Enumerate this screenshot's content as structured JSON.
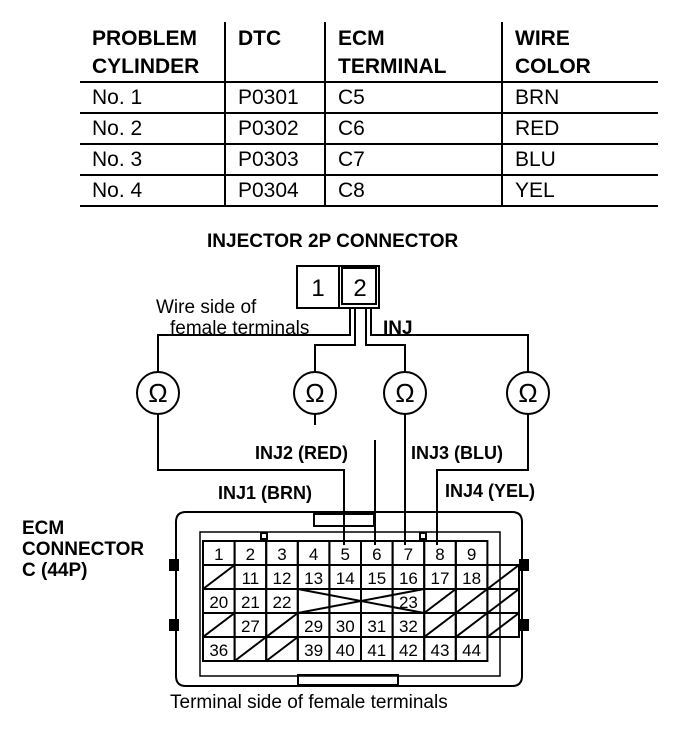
{
  "table": {
    "headers": [
      [
        "PROBLEM",
        "CYLINDER"
      ],
      [
        "DTC"
      ],
      [
        "ECM",
        "TERMINAL"
      ],
      [
        "WIRE",
        "COLOR"
      ]
    ],
    "rows": [
      [
        "No. 1",
        "P0301",
        "C5",
        "BRN"
      ],
      [
        "No. 2",
        "P0302",
        "C6",
        "RED"
      ],
      [
        "No. 3",
        "P0303",
        "C7",
        "BLU"
      ],
      [
        "No. 4",
        "P0304",
        "C8",
        "YEL"
      ]
    ]
  },
  "injector_connector": {
    "title": "INJECTOR 2P CONNECTOR",
    "pins": [
      "1",
      "2"
    ],
    "wire_side_line1": "Wire side of",
    "wire_side_line2": "female terminals",
    "inj_label": "INJ"
  },
  "ohm_symbol": "Ω",
  "wires": {
    "inj1": "INJ1 (BRN)",
    "inj2": "INJ2 (RED)",
    "inj3": "INJ3 (BLU)",
    "inj4": "INJ4 (YEL)"
  },
  "ecm_connector": {
    "label_line1": "ECM",
    "label_line2": "CONNECTOR",
    "label_line3": "C (44P)",
    "row1": [
      "1",
      "2",
      "3",
      "4",
      "5",
      "6",
      "7",
      "8",
      "9"
    ],
    "row2": [
      "11",
      "12",
      "13",
      "14",
      "15",
      "16",
      "17",
      "18"
    ],
    "row3_left": [
      "20",
      "21",
      "22"
    ],
    "row3_right": [
      "23"
    ],
    "row4": [
      "27",
      "29",
      "30",
      "31",
      "32"
    ],
    "row5": [
      "36",
      "39",
      "40",
      "41",
      "42",
      "43",
      "44"
    ],
    "caption": "Terminal side of female terminals"
  }
}
